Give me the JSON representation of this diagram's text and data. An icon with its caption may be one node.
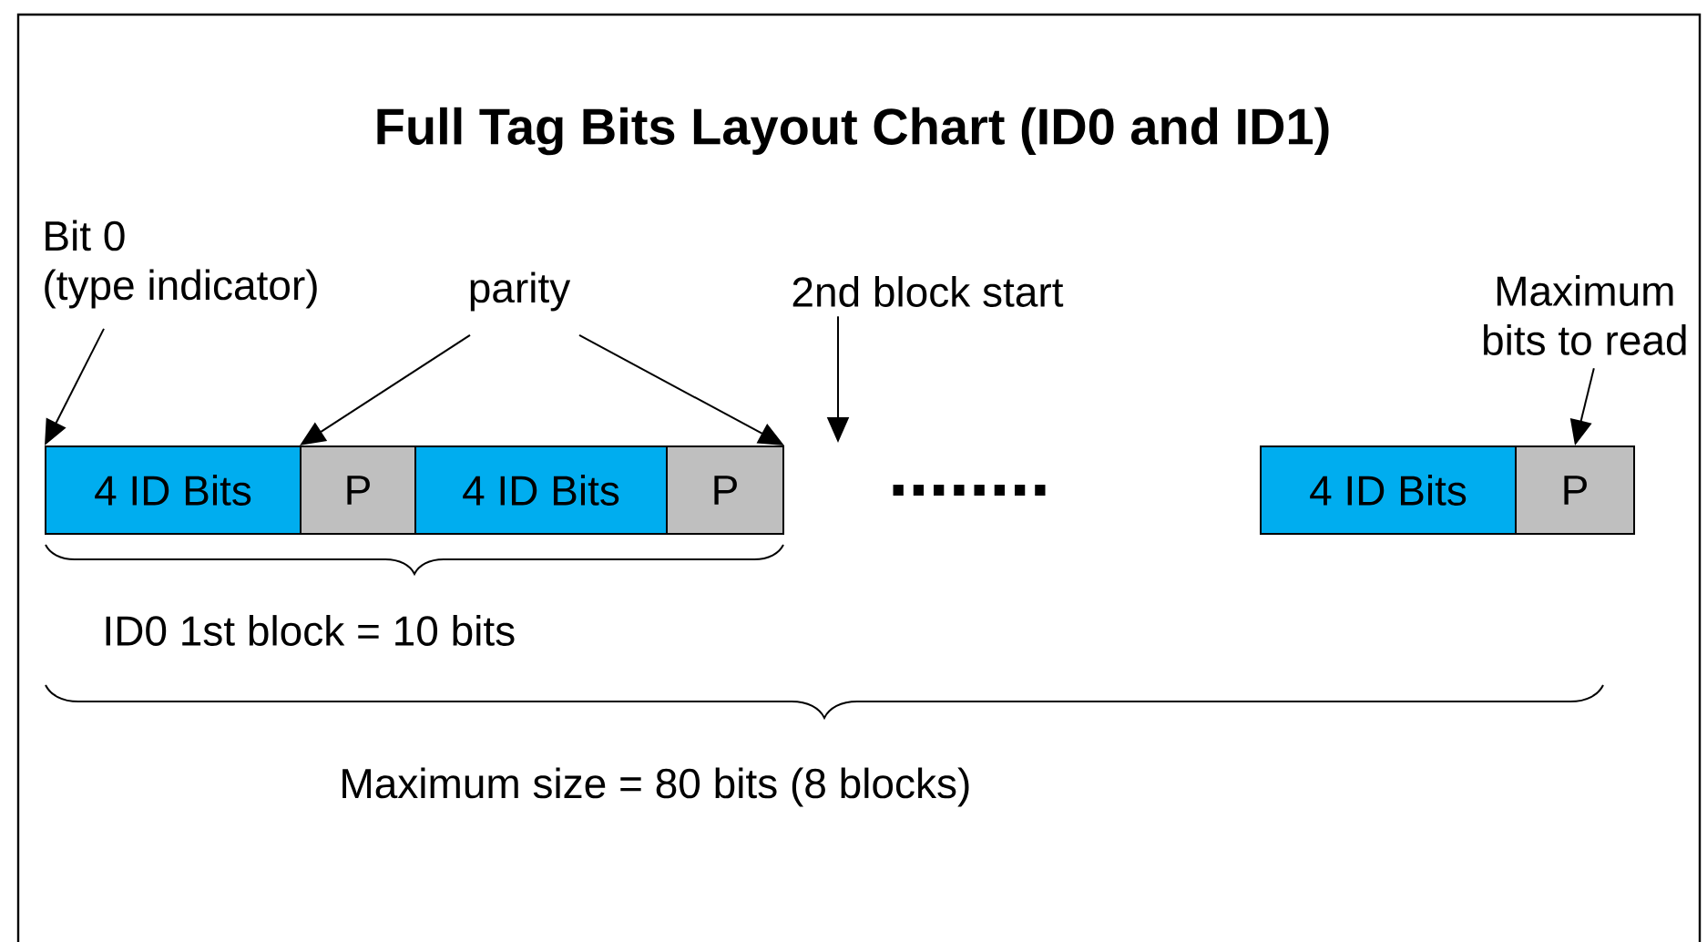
{
  "diagram": {
    "title": "Full Tag Bits Layout Chart (ID0 and ID1)",
    "nodes": [
      {
        "text": [
          "Bit 0",
          "(type indicator)"
        ]
      },
      {
        "text": [
          "parity"
        ]
      },
      {
        "text": [
          "2nd block start"
        ]
      },
      {
        "text": [
          "Maximum",
          "bits to read"
        ]
      },
      {
        "text": [
          "4 ID Bits"
        ]
      },
      {
        "text": [
          "P"
        ]
      },
      {
        "text": [
          "4 ID Bits"
        ]
      },
      {
        "text": [
          "P"
        ]
      },
      {
        "text": [
          "4 ID Bits"
        ]
      },
      {
        "text": [
          "P"
        ]
      }
    ],
    "edges": [
      {
        "from": 0,
        "to": 4,
        "arrow": "to"
      },
      {
        "from": 1,
        "to": 5,
        "arrow": "to"
      },
      {
        "from": 1,
        "to": 7,
        "arrow": "to"
      },
      {
        "from": 2,
        "to": null,
        "arrow": "to"
      },
      {
        "from": 3,
        "to": 9,
        "arrow": "to"
      }
    ],
    "labels": [
      "........",
      "ID0 1st block = 10 bits",
      "Maximum size = 80 bits (8 blocks)"
    ]
  }
}
